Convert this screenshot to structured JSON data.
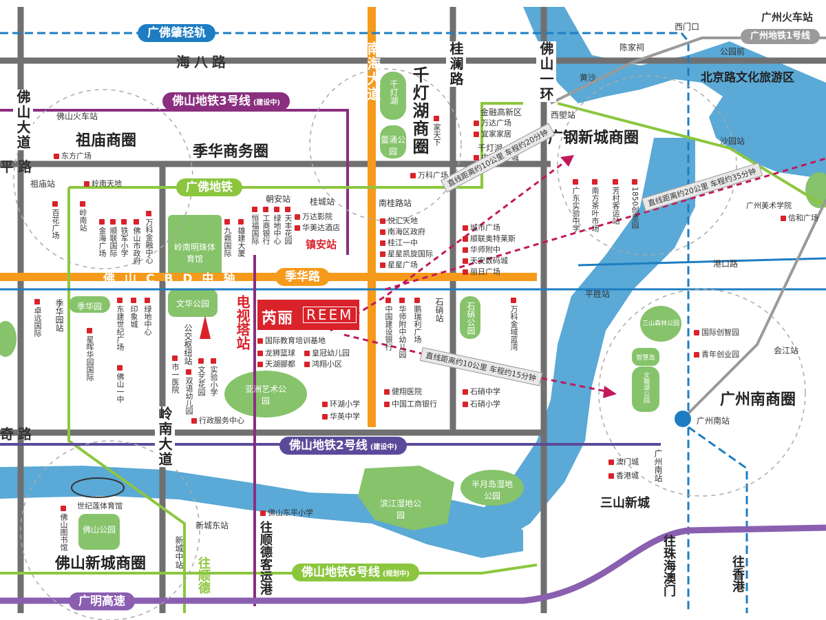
{
  "roads": {
    "haiba": "海八路",
    "ping_left": "平路",
    "qi_left": "奇路",
    "cbd": "佛山CBD中轴",
    "jihua": "季华路",
    "nanhai": "南海大道",
    "guilan": "桂澜路",
    "foshan_yihuan": "佛山一环",
    "foshan_dadao": "佛山大道",
    "lingnan_dadao": "岭南大道",
    "guangming": "广明高速"
  },
  "lines": {
    "guangfo_zhao": "广佛肇轻轨",
    "metro3": "佛山地铁3号线",
    "metro3_note": "(建设中)",
    "guangfo": "广佛地铁",
    "metro2": "佛山地铁2号线",
    "metro2_note": "(建设中)",
    "metro6": "佛山地铁6号线",
    "metro6_note": "(规划中)",
    "gz_metro1": "广州地铁1号线"
  },
  "districts": {
    "zumiao": "祖庙商圈",
    "jihua_biz": "季华商务圈",
    "qiandenghu": "千灯湖商圈",
    "guanggang": "广钢新城商圈",
    "gz_south": "广州南商圈",
    "fs_newtown": "佛山新城商圈",
    "sanshan": "三山新城",
    "beijinglu": "北京路文化旅游区"
  },
  "stations": {
    "gz_train": "广州火车站",
    "ximenkou": "西门口",
    "chenjiaci": "陈家祠",
    "gongyuanqian": "公园前",
    "huangsha": "黄沙",
    "xishuo": "西塱站",
    "shayuan": "沙园站",
    "fs_train": "佛山火车站",
    "zumiao_st": "祖庙站",
    "chaoan": "朝安站",
    "guicheng": "桂城站",
    "zhenan": "镇安站",
    "jihuayuan": "季华园站",
    "nanguilu": "南桂路站",
    "shixi": "石硝站",
    "gongjiao": "公交枢纽站",
    "dianshita": "电视塔站",
    "gangkou": "港口路",
    "pingsheng": "平胜站",
    "huijiang": "会江站",
    "gz_south_st": "广州南站",
    "gz_south_v": "广州南站",
    "xinchengdong": "新城东站",
    "xinchengzhong": "新城中站",
    "qiandenghu_st": "千灯湖",
    "jinrong": "金融高新区"
  },
  "parks": {
    "qiandeng": "千灯湖",
    "leiyong": "蕾涌公园",
    "lingnan_ming": "岭南明珠体育馆",
    "wenhua": "文华公园",
    "jihuayuan_park": "季华园",
    "yazhou": "亚洲艺术公园",
    "shixi_park": "石硝公园",
    "binjiang": "滨江湿地公园",
    "banyuedao": "半月岛湿地公园",
    "foshan_park": "佛山公园",
    "sanshan_life": "三山森林公园",
    "zhihui": "智慧岛",
    "wenhan": "文翰湖公园"
  },
  "pois": {
    "dongfang": "东方广场",
    "lingnantiandi": "岭南天地",
    "baihua": "百花广场",
    "lingnan_station": "岭南站",
    "jinhai": "金海广场",
    "shunlian": "顺联国际",
    "tiejun": "铁军小学",
    "fs_gov": "佛山市政府",
    "wanke_fin": "万科金融中心",
    "jiuzhen": "九鼎国际",
    "xiongjian": "雄建大厦",
    "hengxin": "恒福国际",
    "gongshang": "工商银行",
    "lvdi_center": "绿地中心",
    "tianfeng": "天丰花园",
    "wanda_hotel": "万达影院",
    "huameida": "华美达酒店",
    "wanke_plaza": "万科广场",
    "jinrong_gx": "金融高新区",
    "wanda_plaza": "万达广场",
    "yijia": "宜家家居",
    "zhonghai": "中海环宇城",
    "jiatianxia": "家天下",
    "yuehui": "悦汇天地",
    "nanhai_gov": "南海区政府",
    "guijiang": "桂江一中",
    "xingxing_kai": "星星凯旋国际",
    "xingxing_plaza": "星星广场",
    "city_plaza": "城市广场",
    "shunlian_oath": "顺联奥特莱斯",
    "huashi": "华师附中",
    "tianan": "天安数码城",
    "lirihsq": "丽日广场",
    "zhuoyuan": "卓远国际",
    "dongjian": "东建世纪广场",
    "yinxiang": "印象城",
    "lvdi_zhenji": "绿地中心",
    "xinghua": "星晖华园国际",
    "fs_yizhong": "佛山一中",
    "shimin": "市一医院",
    "zhongjian_bank": "中国建设银行",
    "huashi_youer": "华师附中幼儿园",
    "pengrui": "鹏瑞利广场",
    "wanke_jinyu": "万科金域蓝湾",
    "guoji_edu": "国际教育培训基地",
    "longshi": "龙狮篮球",
    "huangguan": "皇冠幼儿园",
    "tianhu": "天湖郦都",
    "hongxiang": "鸿翔小区",
    "huanhu": "环湖小学",
    "huaying": "华英中学",
    "jianxiang": "健翔医院",
    "gongshang2": "中国工商银行",
    "shixi_mid": "石硝中学",
    "shixi_pri": "石硝小学",
    "xingzheng": "行政服务中心",
    "wenyi": "文艺花园",
    "shiyan": "实验小学",
    "shuangyu": "双语幼儿园",
    "fs_dongping": "佛山东平小学",
    "shiji_gym": "世纪莲体育馆",
    "fs_lib": "佛山图书馆",
    "macau_city": "澳门城",
    "hk_city": "香港城",
    "guoji_chuangzhi": "国际创智园",
    "qingnian": "青年创业园",
    "meishu": "广州美术学院",
    "xinhe": "信和广场",
    "nanfang_lvjin": "南方茶叶市场",
    "fangcun": "芳村客运站",
    "guangdong_ss": "广东实验中学",
    "yiba_five": "1850创意园"
  },
  "project": {
    "cn": "芮丽",
    "en": "REEM"
  },
  "distances": {
    "to_guanggang": "直线距离约10公里 车程约20分钟",
    "to_gz_south": "直线距离约10公里 车程约15分钟",
    "to_north": "直线距离约20公里 车程约35分钟"
  },
  "directions": {
    "shunde": "往顺德",
    "shunde_port": "往顺德客运港",
    "zhuhai_macau": "往珠海澳门",
    "hongkong": "往香港"
  },
  "colors": {
    "river": "#5aa9d6",
    "green": "#86c36b",
    "road": "#707070",
    "orange": "#f59a1b",
    "metro_blue": "#1e7dc2",
    "metro_purple": "#8a2e7f",
    "metro_green": "#8cc63f",
    "metro_dark_purple": "#5b4a9a",
    "gz_gray": "#9a9a9a",
    "red": "#d9222a"
  }
}
